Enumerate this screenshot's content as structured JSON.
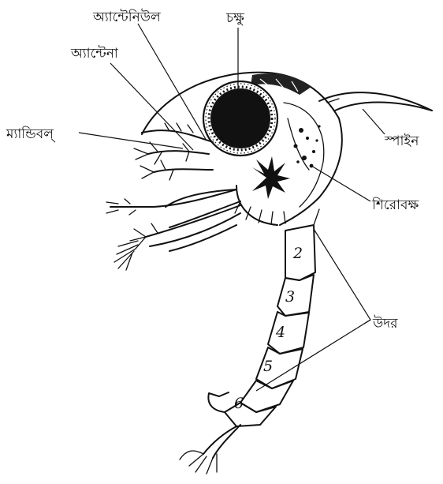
{
  "labels": {
    "antennule": "অ্যান্টেনিউল",
    "eye": "চক্ষু",
    "antenna": "অ্যান্টেনা",
    "mandible": "ম্যান্ডিবল্",
    "spine": "স্পাইন",
    "cephalothorax": "শিরোবক্ষ",
    "abdomen": "উদর"
  },
  "segments": [
    "2",
    "3",
    "4",
    "5",
    "6"
  ]
}
